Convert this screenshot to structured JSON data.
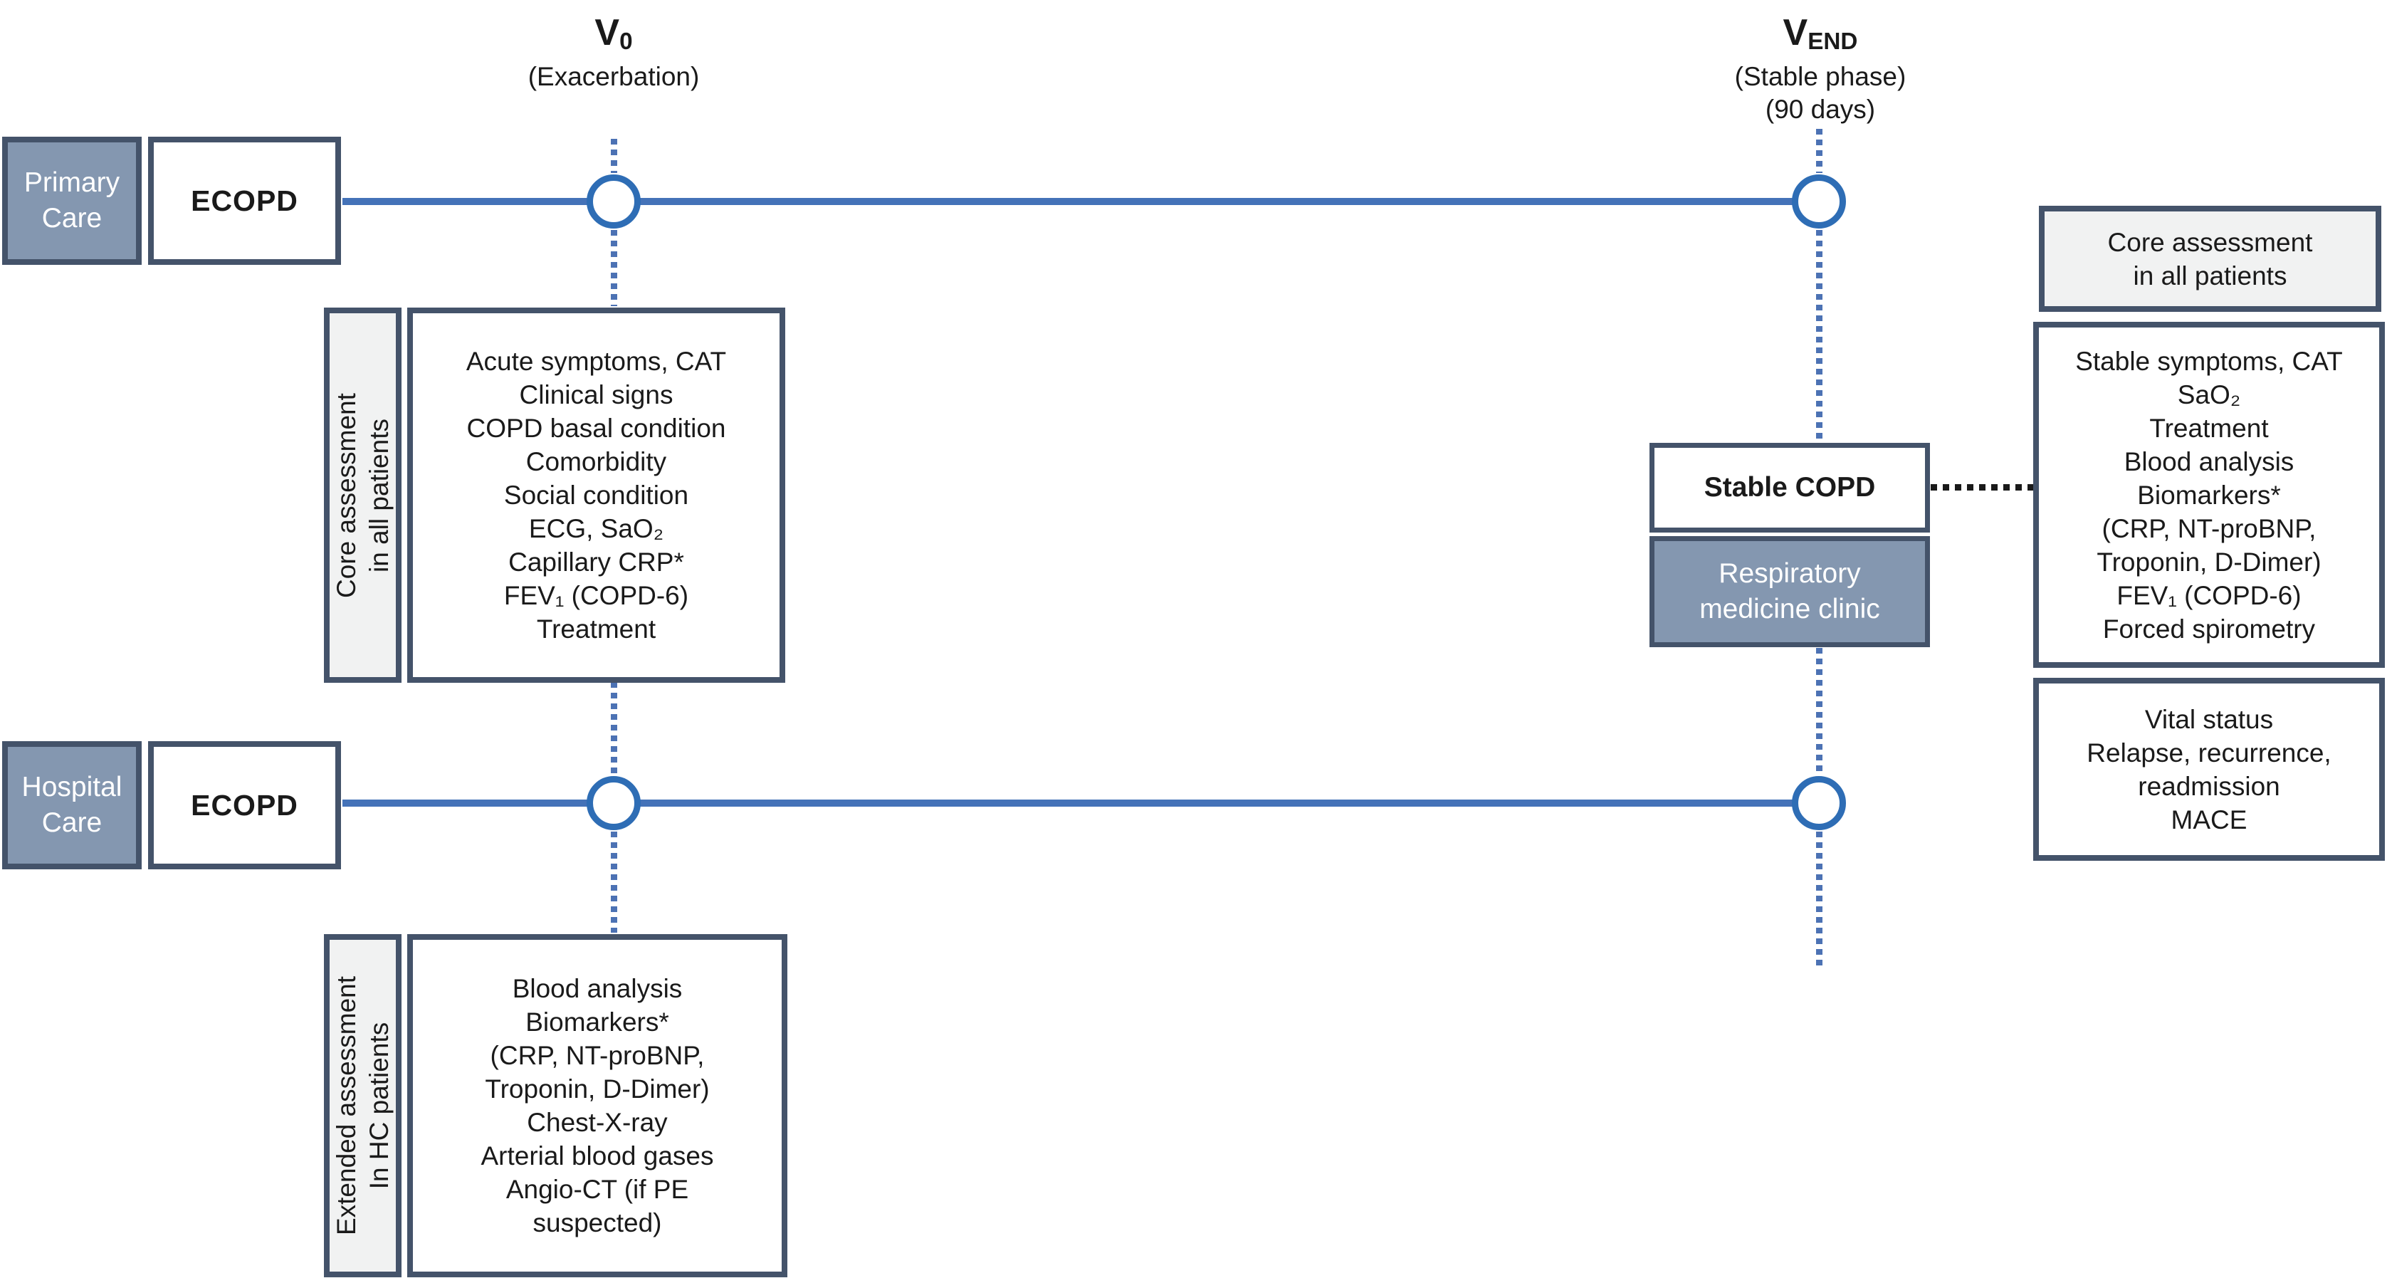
{
  "timepoints": {
    "v0": {
      "base": "V",
      "sub": "0",
      "caption": "(Exacerbation)"
    },
    "vend": {
      "base": "V",
      "sub": "END",
      "caption": [
        "(Stable phase)",
        "(90 days)"
      ]
    }
  },
  "primary_care_row": {
    "care_label": "Primary\nCare",
    "event_label": "ECOPD"
  },
  "hospital_care_row": {
    "care_label": "Hospital\nCare",
    "event_label": "ECOPD"
  },
  "core_assessment_left": {
    "side_label": [
      "Core assessment",
      "in all patients"
    ],
    "items": [
      "Acute symptoms, CAT",
      "Clinical signs",
      "COPD basal condition",
      "Comorbidity",
      "Social condition",
      "ECG, SaO₂",
      "Capillary CRP*",
      "FEV₁ (COPD-6)",
      "Treatment"
    ]
  },
  "extended_assessment": {
    "side_label": [
      "Extended assessment",
      "In HC patients"
    ],
    "items": [
      "Blood analysis",
      "Biomarkers*",
      "(CRP, NT-proBNP,",
      "Troponin, D-Dimer)",
      "Chest-X-ray",
      "Arterial blood gases",
      "Angio-CT (if PE",
      "suspected)"
    ]
  },
  "stable_phase": {
    "stable_copd_label": "Stable COPD",
    "clinic_label": [
      "Respiratory",
      "medicine clinic"
    ]
  },
  "right_panel": {
    "header": [
      "Core assessment",
      "in all patients"
    ],
    "assessment_items": [
      "Stable symptoms, CAT",
      "SaO₂",
      "Treatment",
      "Blood analysis",
      "Biomarkers*",
      "(CRP, NT-proBNP,",
      "Troponin, D-Dimer)",
      "FEV₁ (COPD-6)",
      "Forced spirometry"
    ],
    "outcome_items": [
      "Vital status",
      "Relapse, recurrence,",
      "readmission",
      "MACE"
    ]
  },
  "colors": {
    "accent_blue_line": "#4472B8",
    "accent_blue_circle": "#2E6DB5",
    "accent_blue_dots": "#4C72B4",
    "border_slate": "#44536A",
    "fill_bluegray": "#8497B0",
    "fill_lightgray": "#F1F2F2",
    "text_black": "#1A1A1A",
    "text_white": "#FFFFFF"
  }
}
